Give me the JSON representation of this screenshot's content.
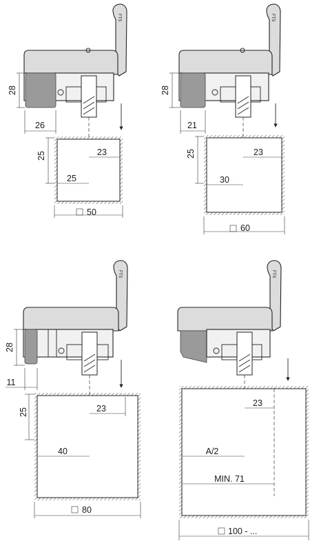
{
  "panels": [
    {
      "id": "p50",
      "dims": {
        "height": "28",
        "left": "26",
        "offset_v": "25",
        "offset_h1": "23",
        "offset_h2": "25",
        "tube": "50"
      }
    },
    {
      "id": "p60",
      "dims": {
        "height": "28",
        "left": "21",
        "offset_v": "25",
        "offset_h1": "23",
        "offset_h2": "30",
        "tube": "60"
      }
    },
    {
      "id": "p80",
      "dims": {
        "height": "28",
        "left": "11",
        "offset_v": "25",
        "offset_h1": "23",
        "offset_h2": "40",
        "tube": "80"
      }
    },
    {
      "id": "p100",
      "dims": {
        "offset_h1": "23",
        "offset_h2": "A/2",
        "offset_h3": "MIN. 71",
        "tube": "100 - ..."
      }
    }
  ],
  "hook_label": "FTS",
  "colors": {
    "line": "#222222",
    "grey_part": "#9a9a9a",
    "lid": "#dcdcdc"
  }
}
